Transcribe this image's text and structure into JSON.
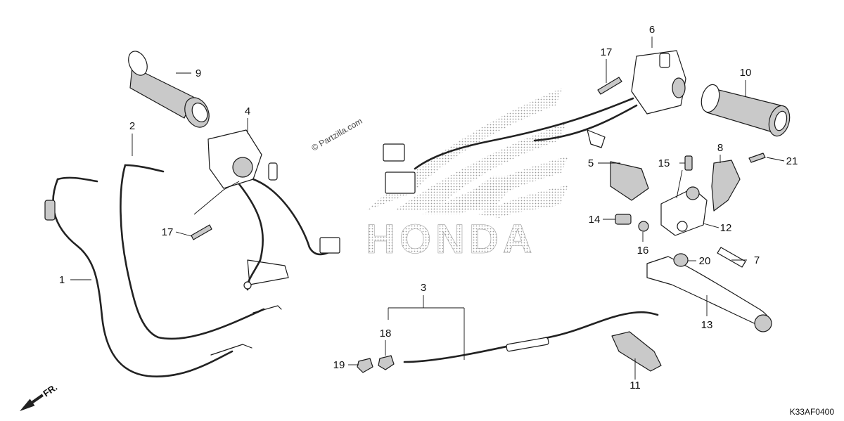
{
  "diagram_ref": "K33AF0400",
  "watermark": "© Partzilla.com",
  "brand_mark": "HONDA",
  "front_marker": "FR.",
  "callouts": [
    {
      "id": "c1",
      "label": "1"
    },
    {
      "id": "c2",
      "label": "2"
    },
    {
      "id": "c3",
      "label": "3"
    },
    {
      "id": "c4",
      "label": "4"
    },
    {
      "id": "c5",
      "label": "5"
    },
    {
      "id": "c6",
      "label": "6"
    },
    {
      "id": "c7",
      "label": "7"
    },
    {
      "id": "c8",
      "label": "8"
    },
    {
      "id": "c9",
      "label": "9"
    },
    {
      "id": "c10",
      "label": "10"
    },
    {
      "id": "c11",
      "label": "11"
    },
    {
      "id": "c12",
      "label": "12"
    },
    {
      "id": "c13",
      "label": "13"
    },
    {
      "id": "c14",
      "label": "14"
    },
    {
      "id": "c15",
      "label": "15"
    },
    {
      "id": "c16",
      "label": "16"
    },
    {
      "id": "c17a",
      "label": "17"
    },
    {
      "id": "c17b",
      "label": "17"
    },
    {
      "id": "c18",
      "label": "18"
    },
    {
      "id": "c19",
      "label": "19"
    },
    {
      "id": "c20",
      "label": "20"
    },
    {
      "id": "c21",
      "label": "21"
    }
  ]
}
